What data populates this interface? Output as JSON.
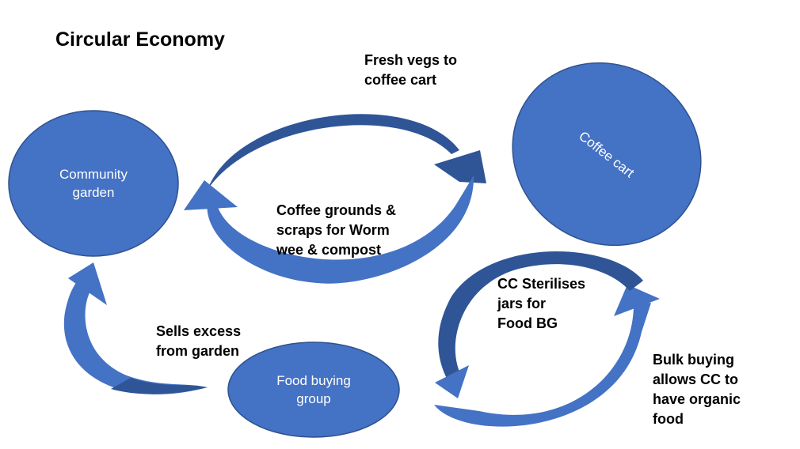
{
  "title": "Circular Economy",
  "colors": {
    "node_fill": "#4472C4",
    "node_stroke": "#2F528F",
    "arrow_light": "#4472C4",
    "arrow_dark": "#2F5597",
    "node_text": "#ffffff"
  },
  "nodes": {
    "community_garden": {
      "line1": "Community",
      "line2": "garden"
    },
    "coffee_cart": {
      "text": "Coffee cart"
    },
    "food_buying_group": {
      "line1": "Food buying",
      "line2": "group"
    }
  },
  "labels": {
    "fresh_vegs": "Fresh vegs to\ncoffee cart",
    "coffee_grounds": "Coffee grounds &\nscraps for Worm\nwee & compost",
    "cc_sterilises": "CC Sterilises\njars for\nFood BG",
    "sells_excess": "Sells excess\nfrom garden",
    "bulk_buying": "Bulk buying\nallows CC to\nhave organic\nfood"
  }
}
